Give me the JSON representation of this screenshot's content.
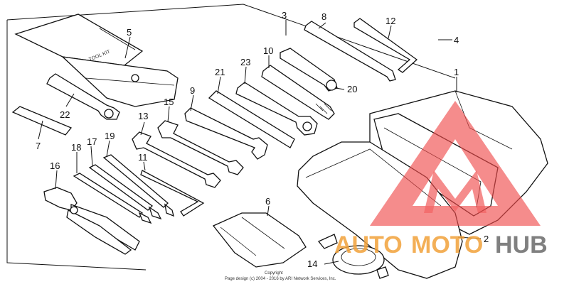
{
  "parts": [
    {
      "id": "p1",
      "label": "1"
    },
    {
      "id": "p2",
      "label": "2"
    },
    {
      "id": "p3",
      "label": "3"
    },
    {
      "id": "p4",
      "label": "4"
    },
    {
      "id": "p5",
      "label": "5"
    },
    {
      "id": "p6",
      "label": "6"
    },
    {
      "id": "p7",
      "label": "7"
    },
    {
      "id": "p8",
      "label": "8"
    },
    {
      "id": "p9",
      "label": "9"
    },
    {
      "id": "p10",
      "label": "10"
    },
    {
      "id": "p11",
      "label": "11"
    },
    {
      "id": "p12",
      "label": "12"
    },
    {
      "id": "p13",
      "label": "13"
    },
    {
      "id": "p14",
      "label": "14"
    },
    {
      "id": "p15",
      "label": "15"
    },
    {
      "id": "p16",
      "label": "16"
    },
    {
      "id": "p17",
      "label": "17"
    },
    {
      "id": "p18",
      "label": "18"
    },
    {
      "id": "p19",
      "label": "19"
    },
    {
      "id": "p20",
      "label": "20"
    },
    {
      "id": "p21",
      "label": "21"
    },
    {
      "id": "p22",
      "label": "22"
    },
    {
      "id": "p23",
      "label": "23"
    }
  ],
  "copyright": {
    "line1": "Copyright",
    "line2": "Page design (c) 2004 - 2016 by ARI Network Services, Inc."
  },
  "watermark": {
    "auto": "AUTO",
    "moto": "MOTO",
    "hub": "HUB",
    "colors": {
      "red": "#f04b4b",
      "orange": "#f2a23a",
      "gray": "#6b6b6b"
    }
  },
  "bag_print": "TOOL KIT"
}
